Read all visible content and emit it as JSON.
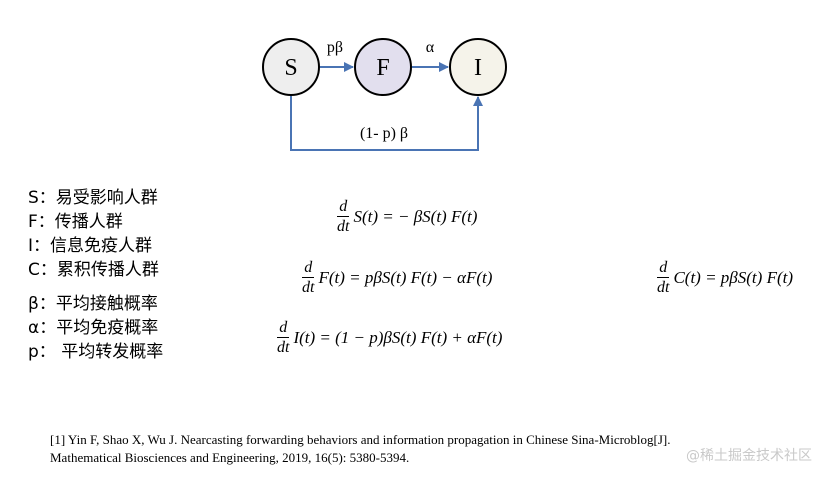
{
  "diagram": {
    "nodes": [
      {
        "id": "S",
        "label": "S",
        "fill": "#eeeeee"
      },
      {
        "id": "F",
        "label": "F",
        "fill": "#e2dfee"
      },
      {
        "id": "I",
        "label": "I",
        "fill": "#f5f3ea"
      }
    ],
    "edges": [
      {
        "from": "S",
        "to": "F",
        "label": "pβ"
      },
      {
        "from": "F",
        "to": "I",
        "label": "α"
      },
      {
        "from": "S",
        "to": "I",
        "label": "(1- p) β"
      }
    ],
    "edge_color": "#4a74b4"
  },
  "legend": [
    {
      "symbol": "S：",
      "text": "易受影响人群"
    },
    {
      "symbol": "F：",
      "text": "传播人群"
    },
    {
      "symbol": "I：",
      "text": "信息免疫人群"
    },
    {
      "symbol": "C：",
      "text": "累积传播人群"
    },
    {
      "symbol": "β：",
      "text": "平均接触概率"
    },
    {
      "symbol": "α：",
      "text": "平均免疫概率"
    },
    {
      "symbol": "p：",
      "text": " 平均转发概率"
    }
  ],
  "equations": {
    "num": "d",
    "den": "dt",
    "s": "S(t) = − βS(t) F(t)",
    "f": "F(t) = pβS(t) F(t)  − αF(t)",
    "i": "I(t) = (1 − p)βS(t) F(t)  + αF(t)",
    "c": "C(t) = pβS(t) F(t)"
  },
  "reference": {
    "line1": "[1] Yin F, Shao X, Wu J. Nearcasting forwarding behaviors and information propagation in Chinese Sina-Microblog[J].",
    "line2": "Mathematical Biosciences and Engineering, 2019, 16(5): 5380-5394."
  },
  "watermark": "@稀土掘金技术社区"
}
